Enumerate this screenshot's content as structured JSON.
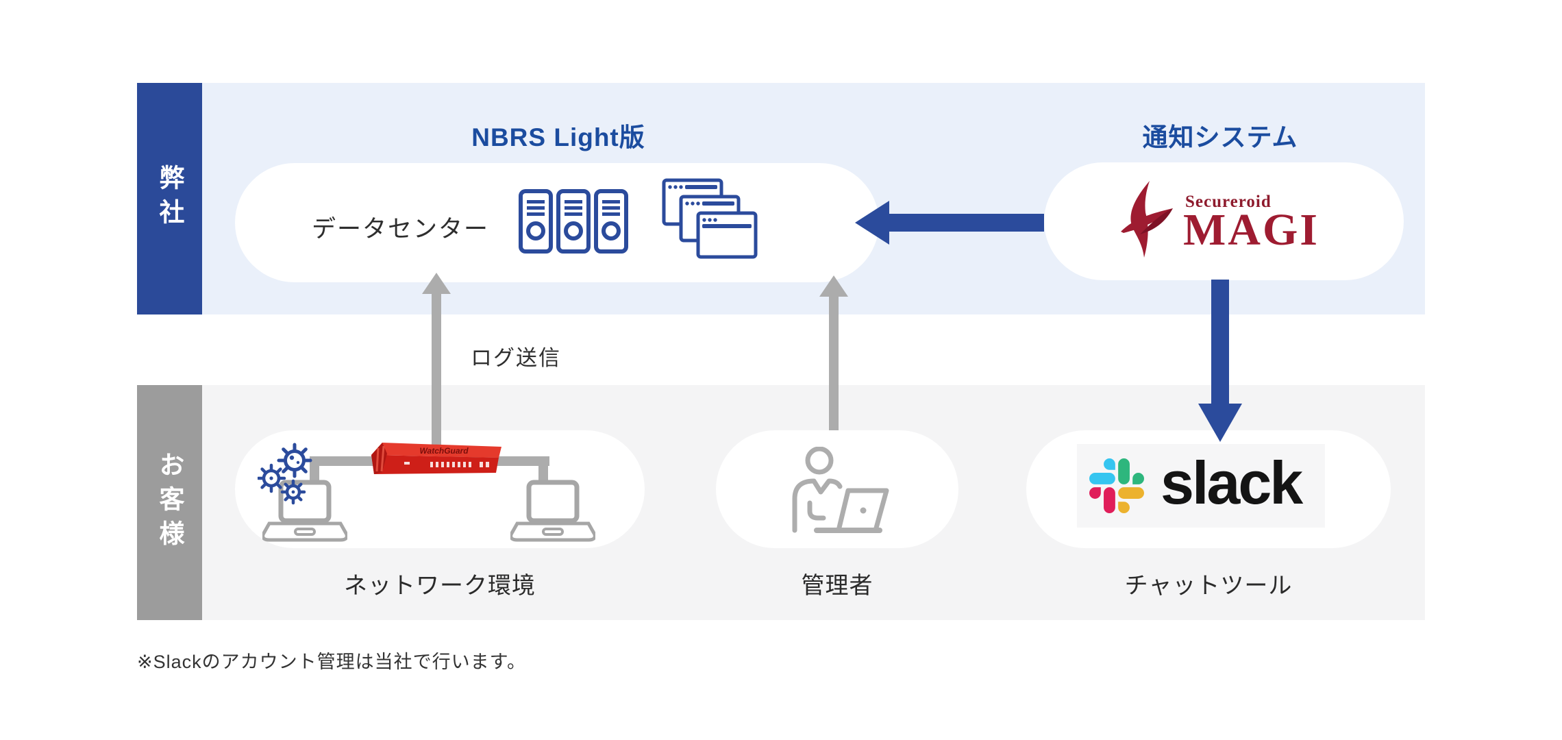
{
  "lanes": {
    "company": {
      "label": "弊社"
    },
    "customer": {
      "label": "お客様"
    }
  },
  "titles": {
    "nbrs": "NBRS Light版",
    "notification": "通知システム"
  },
  "datacenter": {
    "label": "データセンター"
  },
  "magi": {
    "brand": "Secureroid",
    "product": "MAGI"
  },
  "network": {
    "caption": "ネットワーク環境"
  },
  "admin": {
    "caption": "管理者"
  },
  "chat": {
    "caption": "チャットツール",
    "logo_text": "slack"
  },
  "firewall": {
    "brand": "WatchGuard"
  },
  "flows": {
    "log_label": "ログ送信"
  },
  "note": "※Slackのアカウント管理は当社で行います。",
  "colors": {
    "accent_blue": "#2B4B9C",
    "title_blue": "#1B4C9F",
    "band_blue": "#EAF0FA",
    "band_gray": "#F4F4F5",
    "lane_gray": "#9C9C9C",
    "arrow_gray": "#ACACAC",
    "icon_gray": "#ADADAD",
    "magi_red": "#9E1C31",
    "firewall_red": "#CE1F18",
    "slack_blue": "#36C5F0",
    "slack_green": "#2EB67D",
    "slack_red": "#E01E5A",
    "slack_yellow": "#ECB22E"
  }
}
